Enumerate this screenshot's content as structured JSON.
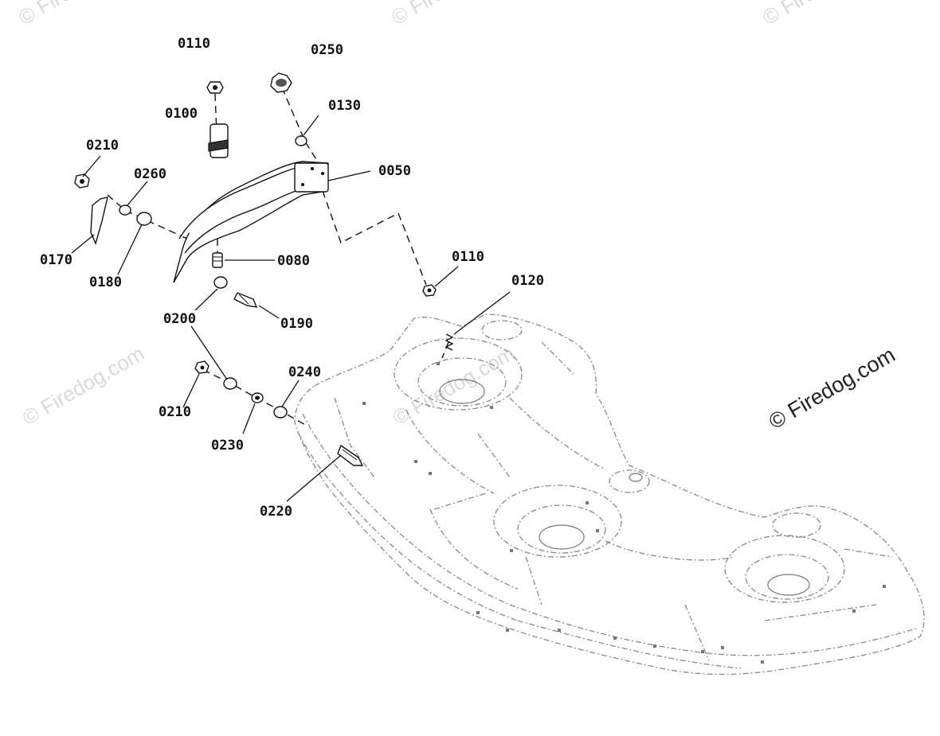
{
  "watermarks": {
    "faint": [
      "© Firedog.com",
      "© Firedog.com",
      "© Firedog.com",
      "© Firedog.com",
      "© Firedog.com"
    ],
    "main": "© Firedog.com"
  },
  "parts": {
    "p0110_top": "0110",
    "p0250": "0250",
    "p0130": "0130",
    "p0100": "0100",
    "p0210_top": "0210",
    "p0260": "0260",
    "p0050": "0050",
    "p0170": "0170",
    "p0180": "0180",
    "p0080": "0080",
    "p0110_mid": "0110",
    "p0120": "0120",
    "p0190": "0190",
    "p0200": "0200",
    "p0210_bottom": "0210",
    "p0240": "0240",
    "p0230": "0230",
    "p0220": "0220"
  }
}
